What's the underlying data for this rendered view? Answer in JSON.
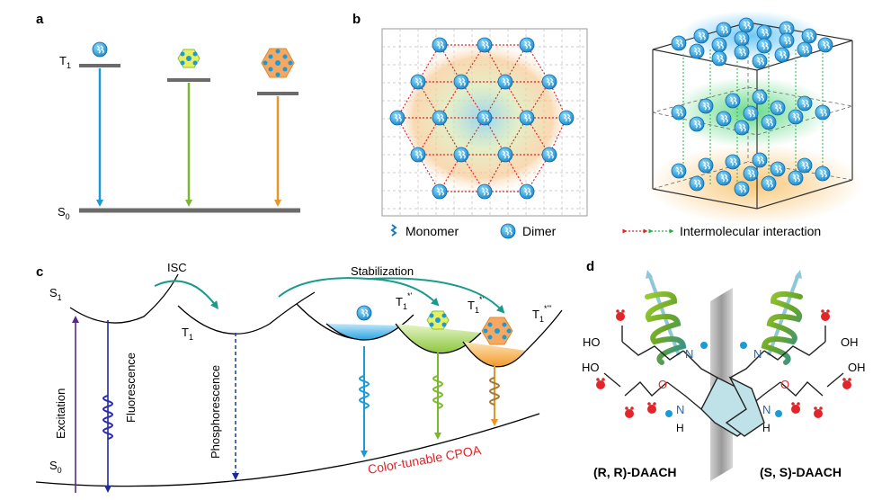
{
  "panels": {
    "a": "a",
    "b": "b",
    "c": "c",
    "d": "d"
  },
  "panel_a": {
    "t1": "T",
    "t1_sub": "1",
    "s0": "S",
    "s0_sub": "0"
  },
  "panel_b": {
    "legend_monomer": "Monomer",
    "legend_dimer": "Dimer",
    "legend_interaction": "Intermolecular interaction"
  },
  "panel_c": {
    "s1": "S",
    "s1_sub": "1",
    "t1": "T",
    "t1_sub": "1",
    "s0": "S",
    "s0_sub": "0",
    "isc": "ISC",
    "stabilization": "Stabilization",
    "t1a": "T",
    "t1a_sub": "1",
    "t1a_sup": "*'",
    "t1b": "T",
    "t1b_sub": "1",
    "t1b_sup": "*''",
    "t1c": "T",
    "t1c_sub": "1",
    "t1c_sup": "*'''",
    "excitation": "Excitation",
    "fluorescence": "Fluorescence",
    "phosphorescence": "Phosphorescence",
    "cpoa": "Color-tunable CPOA"
  },
  "panel_d": {
    "rr_label": "(R, R)-DAACH",
    "ss_label": "(S, S)-DAACH",
    "atom_ho": "HO",
    "atom_oh": "OH",
    "atom_o": "O",
    "atom_n": "N",
    "atom_h": "H"
  },
  "colors": {
    "blue": "#1a9ad8",
    "green": "#7cb82f",
    "orange": "#e8962a",
    "red": "#e0262a",
    "teal": "#1a9a8a",
    "navy": "#1e2a9a",
    "purple": "#5a2a8a",
    "gray": "#666666"
  }
}
